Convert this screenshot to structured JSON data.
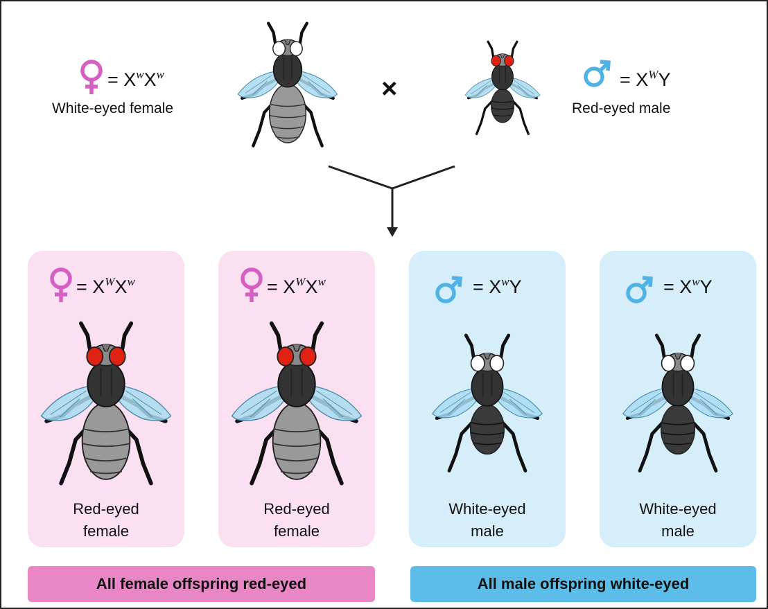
{
  "colors": {
    "female_symbol": "#d65fc4",
    "male_symbol": "#4fb3e6",
    "female_card": "#fbe0f1",
    "male_card": "#d5eefa",
    "female_bar": "#e986c6",
    "male_bar": "#5dbde9",
    "red_eye": "#e02212",
    "white_eye": "#ffffff",
    "wing": "#a9dbf0",
    "dark_body": "#333333",
    "grey_body": "#999999"
  },
  "parents": {
    "female": {
      "symbol": "female-symbol-icon",
      "genotype_base": "X",
      "allele1": "w",
      "base2": "X",
      "allele2": "w",
      "label": "White-eyed female"
    },
    "cross_symbol": "×",
    "male": {
      "symbol": "male-symbol-icon",
      "genotype_base": "X",
      "allele1": "W",
      "base2": "Y",
      "label": "Red-eyed male"
    }
  },
  "offspring": [
    {
      "sex": "female",
      "genotype_base": "X",
      "allele1": "W",
      "base2": "X",
      "allele2": "w",
      "line1": "Red-eyed",
      "line2": "female",
      "eye": "red"
    },
    {
      "sex": "female",
      "genotype_base": "X",
      "allele1": "W",
      "base2": "X",
      "allele2": "w",
      "line1": "Red-eyed",
      "line2": "female",
      "eye": "red"
    },
    {
      "sex": "male",
      "genotype_base": "X",
      "allele1": "w",
      "base2": "Y",
      "line1": "White-eyed",
      "line2": "male",
      "eye": "white"
    },
    {
      "sex": "male",
      "genotype_base": "X",
      "allele1": "w",
      "base2": "Y",
      "line1": "White-eyed",
      "line2": "male",
      "eye": "white"
    }
  ],
  "summary": {
    "female": "All female offspring red-eyed",
    "male": "All male offspring white-eyed"
  }
}
